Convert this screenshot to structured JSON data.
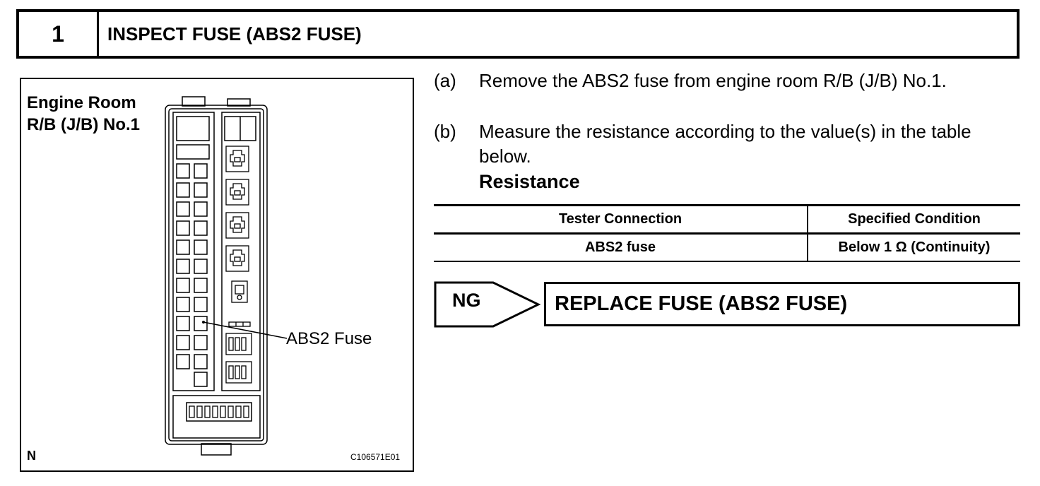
{
  "step": {
    "number": "1",
    "title": "INSPECT FUSE (ABS2 FUSE)"
  },
  "figure": {
    "title": "Engine Room\nR/B (J/B) No.1",
    "callout": "ABS2 Fuse",
    "corner_label": "N",
    "code": "C106571E01"
  },
  "instructions": [
    {
      "tag": "(a)",
      "text": "Remove the ABS2 fuse from engine room R/B (J/B) No.1."
    },
    {
      "tag": "(b)",
      "text": "Measure the resistance according to the value(s) in the table below."
    }
  ],
  "resistance_label": "Resistance",
  "table": {
    "headers": [
      "Tester Connection",
      "Specified Condition"
    ],
    "rows": [
      [
        "ABS2 fuse",
        "Below 1 Ω (Continuity)"
      ]
    ]
  },
  "result": {
    "ng_label": "NG",
    "action": "REPLACE FUSE (ABS2 FUSE)"
  }
}
